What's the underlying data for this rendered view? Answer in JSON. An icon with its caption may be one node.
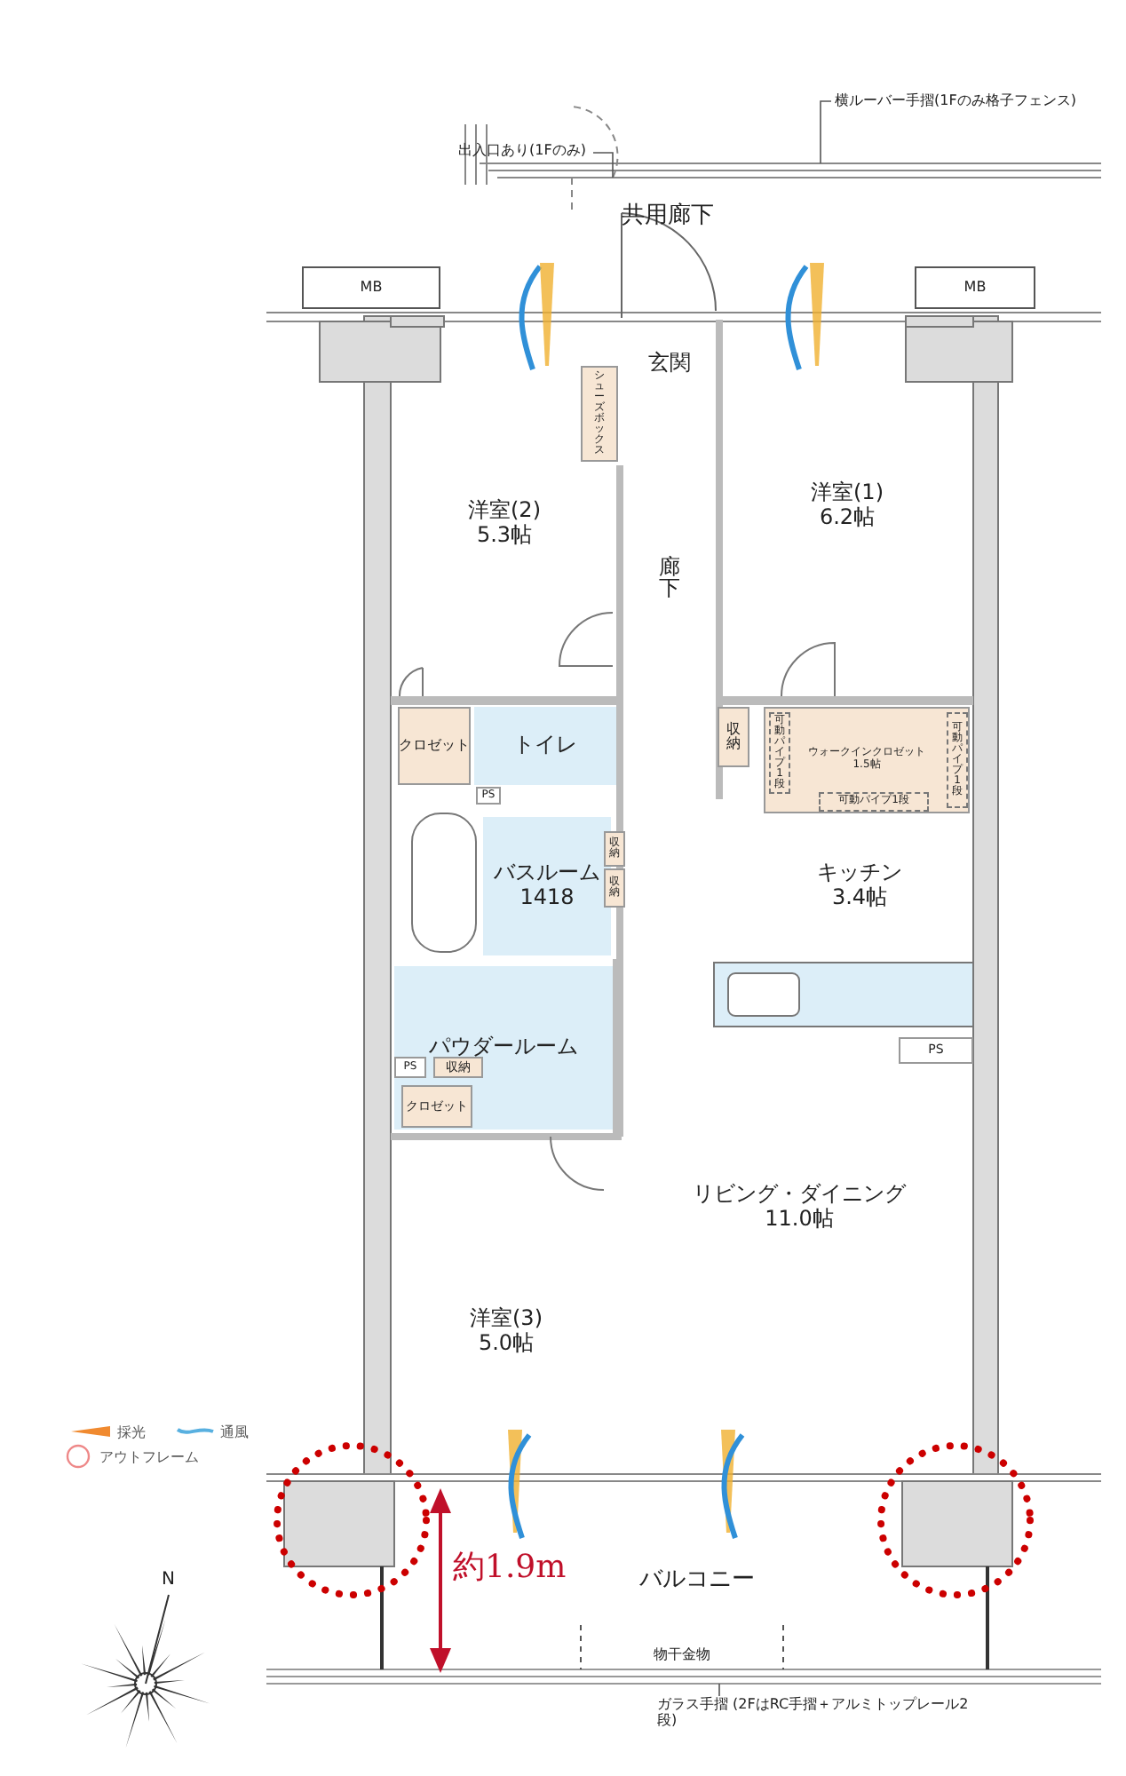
{
  "diagram": {
    "nodes": [
      {
        "text": [
          "出入口あり(1Fのみ)"
        ]
      },
      {
        "text": [
          "横ルーバー手摺(1Fのみ格子フェンス)"
        ]
      },
      {
        "text": [
          "MB"
        ]
      },
      {
        "text": [
          "MB"
        ]
      },
      {
        "text": [
          "玄関"
        ]
      },
      {
        "text": [
          "シューズボックス"
        ]
      },
      {
        "text": [
          "洋室(2)",
          "5.3帖"
        ]
      },
      {
        "text": [
          "洋室(1)",
          "6.2帖"
        ]
      },
      {
        "text": [
          "廊下"
        ]
      },
      {
        "text": [
          "クロゼット"
        ]
      },
      {
        "text": [
          "トイレ"
        ]
      },
      {
        "text": [
          "PS"
        ]
      },
      {
        "text": [
          "収納"
        ]
      },
      {
        "text": [
          "ウォークインクロゼット",
          "1.5帖"
        ]
      },
      {
        "text": [
          "可動パイプ1段"
        ],
        "in": 13
      },
      {
        "text": [
          "可動パイプ1段"
        ],
        "in": 13
      },
      {
        "text": [
          "可動パイプ1段"
        ],
        "in": 13
      },
      {
        "text": [
          "バスルーム",
          "1418"
        ]
      },
      {
        "text": [
          "収納"
        ]
      },
      {
        "text": [
          "収納"
        ]
      },
      {
        "text": [
          "キッチン",
          "3.4帖"
        ]
      },
      {
        "text": [
          "パウダールーム"
        ]
      },
      {
        "text": [
          "PS"
        ],
        "in": 21
      },
      {
        "text": [
          "収納"
        ],
        "in": 21
      },
      {
        "text": [
          "クロゼット"
        ],
        "in": 21
      },
      {
        "text": [
          "PS"
        ]
      },
      {
        "text": [
          "リビング・ダイニング",
          "11.0帖"
        ]
      },
      {
        "text": [
          "洋室(3)",
          "5.0帖"
        ]
      },
      {
        "text": [
          "ガラス手摺 (2FはRC手摺＋アルミトップレール2段)"
        ]
      }
    ],
    "edges": [
      {
        "from": 0,
        "to": null,
        "arrow": "none"
      },
      {
        "from": 1,
        "to": null,
        "arrow": "none"
      },
      {
        "from": 28,
        "to": null,
        "arrow": "none"
      }
    ],
    "labels": [
      "共用廊下",
      "バルコニー",
      "約1.9m",
      "物干金物",
      "N"
    ],
    "legend": [
      {
        "text": "採光"
      },
      {
        "text": "通風"
      },
      {
        "text": "アウトフレーム"
      }
    ]
  }
}
